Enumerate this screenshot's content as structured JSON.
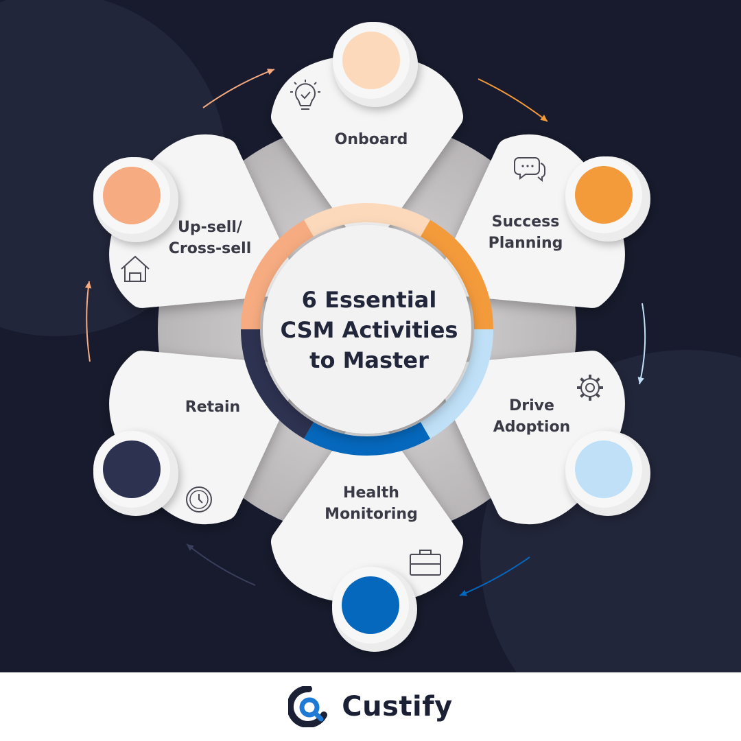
{
  "title_lines": [
    "6 Essential",
    "CSM Activities",
    "to Master"
  ],
  "activities": [
    {
      "id": "onboard",
      "lines": [
        "Onboard"
      ],
      "icon": "lightbulb-icon",
      "color": "#fcd9bb"
    },
    {
      "id": "success-planning",
      "lines": [
        "Success",
        "Planning"
      ],
      "icon": "chat-icon",
      "color": "#f39a3b"
    },
    {
      "id": "drive-adoption",
      "lines": [
        "Drive",
        "Adoption"
      ],
      "icon": "gear-icon",
      "color": "#bfe0f7"
    },
    {
      "id": "health-monitoring",
      "lines": [
        "Health",
        "Monitoring"
      ],
      "icon": "briefcase-icon",
      "color": "#0568bd"
    },
    {
      "id": "retain",
      "lines": [
        "Retain"
      ],
      "icon": "clock-icon",
      "color": "#2d3250"
    },
    {
      "id": "upsell-cross-sell",
      "lines": [
        "Up-sell/",
        "Cross-sell"
      ],
      "icon": "house-icon",
      "color": "#f6ab80"
    }
  ],
  "brand": {
    "name": "Custify"
  },
  "colors": {
    "background": "#171b2d",
    "ring": "#c9c6c7",
    "card": "#f5f5f6"
  }
}
